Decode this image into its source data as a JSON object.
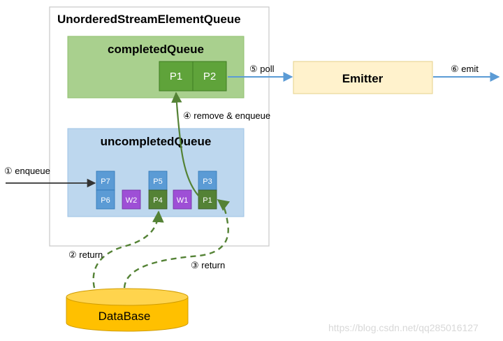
{
  "outer_box": {
    "title": "UnorderedStreamElementQueue"
  },
  "completed_queue": {
    "title": "completedQueue",
    "items": [
      "P1",
      "P2"
    ]
  },
  "uncompleted_queue": {
    "title": "uncompletedQueue",
    "cells": {
      "p7": "P7",
      "p6": "P6",
      "w2": "W2",
      "p5": "P5",
      "p4": "P4",
      "w1": "W1",
      "p3": "P3",
      "p1": "P1"
    }
  },
  "emitter": {
    "label": "Emitter"
  },
  "database": {
    "label": "DataBase"
  },
  "steps": {
    "enqueue": "① enqueue",
    "return_a": "② return",
    "return_b": "③ return",
    "remove_enqueue": "④ remove & enqueue",
    "poll": "⑤ poll",
    "emit": "⑥ emit"
  },
  "watermark": "https://blog.csdn.net/qq285016127",
  "colors": {
    "green_fill": "#a9d08e",
    "green_dark": "#548235",
    "green_cell": "#5fa33a",
    "blue_fill": "#bdd7ee",
    "blue_cell": "#5b9bd5",
    "purple_cell": "#9e4fd6",
    "yellow_fill": "#fff2cc",
    "gold_fill": "#ffc000",
    "arrow_blue": "#5b9bd5",
    "outer_border": "#c8c8c8"
  }
}
